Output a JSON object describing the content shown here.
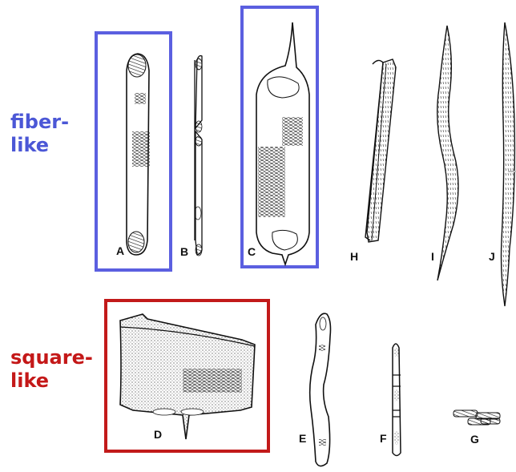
{
  "categories": {
    "fiber": {
      "label": "fiber-\nlike",
      "color": "#4b57d6"
    },
    "square": {
      "label": "square-\nlike",
      "color": "#c41818"
    }
  },
  "cell_labels": [
    "A",
    "B",
    "C",
    "D",
    "E",
    "F",
    "G",
    "H",
    "I",
    "J"
  ],
  "highlight": {
    "fiber_boxed": [
      "A",
      "C"
    ],
    "square_boxed": [
      "D"
    ],
    "fiber_box_color": "#5b5fe0",
    "square_box_color": "#c21a1a"
  }
}
